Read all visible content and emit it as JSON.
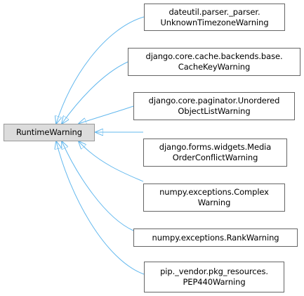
{
  "diagram": {
    "base": {
      "lines": [
        "RuntimeWarning"
      ]
    },
    "subclasses": [
      {
        "lines": [
          "dateutil.parser._parser.",
          "UnknownTimezoneWarning"
        ]
      },
      {
        "lines": [
          "django.core.cache.backends.base.",
          "CacheKeyWarning"
        ]
      },
      {
        "lines": [
          "django.core.paginator.Unordered",
          "ObjectListWarning"
        ]
      },
      {
        "lines": [
          "django.forms.widgets.Media",
          "OrderConflictWarning"
        ]
      },
      {
        "lines": [
          "numpy.exceptions.Complex",
          "Warning"
        ]
      },
      {
        "lines": [
          "numpy.exceptions.RankWarning"
        ]
      },
      {
        "lines": [
          "pip._vendor.pkg_resources.",
          "PEP440Warning"
        ]
      }
    ],
    "colors": {
      "edge": "#63b8ee",
      "node_border": "#666666",
      "base_fill": "#dcdcdc",
      "base_border": "#999999"
    }
  }
}
